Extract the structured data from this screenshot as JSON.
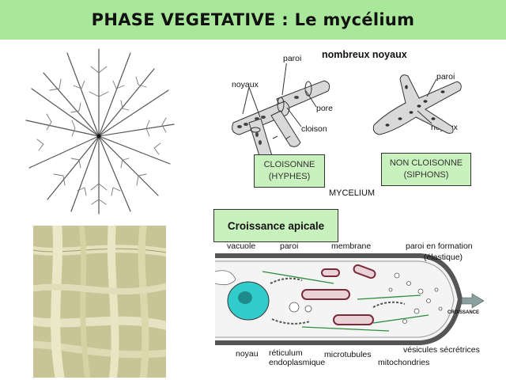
{
  "title": "PHASE VEGETATIVE : Le mycélium",
  "structures": {
    "header": "nombreux noyaux",
    "left_labels": {
      "paroi": "paroi",
      "noyaux": "noyaux",
      "pore": "pore",
      "cloison": "cloison"
    },
    "right_labels": {
      "paroi": "paroi",
      "noyaux": "noyaux"
    },
    "box_cloisonne": {
      "line1": "CLOISONNE",
      "line2": "(HYPHES)"
    },
    "box_non_cloisonne": {
      "line1": "NON CLOISONNE",
      "line2": "(SIPHONS)"
    },
    "caption": "MYCELIUM"
  },
  "growth": {
    "header": "Croissance apicale",
    "labels": {
      "vacuole": "vacuole",
      "paroi": "paroi",
      "membrane": "membrane",
      "paroi_formation_1": "paroi en formation",
      "paroi_formation_2": "(élastique)",
      "croissance": "CROISSANCE",
      "noyau": "noyau",
      "reticulum_1": "réticulum",
      "reticulum_2": "endoplasmique",
      "microtubules": "microtubules",
      "vesicules": "vésicules sécrétrices",
      "mitochondries": "mitochondries"
    }
  },
  "colors": {
    "title_bg": "#a9e79a",
    "box_bg": "#c9f1bd",
    "nucleus": "#33cccc",
    "mito": "#7a2a3a"
  }
}
